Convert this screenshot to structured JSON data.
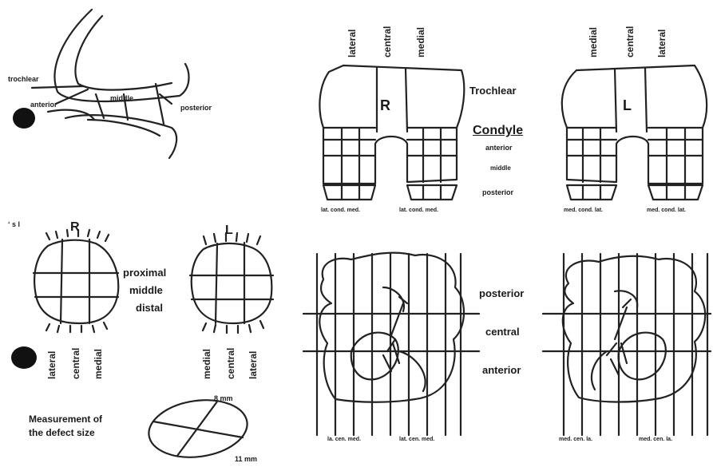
{
  "side_view": {
    "trochlear": "trochlear",
    "anterior": "anterior",
    "middle": "middle",
    "posterior": "posterior"
  },
  "femur": {
    "top_right": [
      "lateral",
      "central",
      "medial"
    ],
    "top_left": [
      "medial",
      "central",
      "lateral"
    ],
    "trochlear_title": "Trochlear",
    "condyle_title": "Condyle",
    "anterior": "anterior",
    "middle": "middle",
    "posterior": "posterior",
    "R": "R",
    "L": "L",
    "caption_right_1": "lat. cond. med.",
    "caption_right_2": "lat. cond. med.",
    "caption_left_1": "med. cond. lat.",
    "caption_left_2": "med. cond. lat."
  },
  "patella": {
    "R": "R",
    "L": "L",
    "proximal": "proximal",
    "middle": "middle",
    "distal": "distal",
    "right_labels": [
      "lateral",
      "central",
      "medial"
    ],
    "left_labels": [
      "medial",
      "central",
      "lateral"
    ],
    "corner_mark": "‘ s l"
  },
  "tibia": {
    "posterior": "posterior",
    "central": "central",
    "anterior": "anterior",
    "caption_right_1": "la. cen. med.",
    "caption_right_2": "lat. cen. med.",
    "caption_left_1": "med. cen. la.",
    "caption_left_2": "med. cen. la."
  },
  "measurement": {
    "title_line1": "Measurement of",
    "title_line2": "the defect size",
    "dim_a": "8 mm",
    "dim_b": "11 mm"
  }
}
